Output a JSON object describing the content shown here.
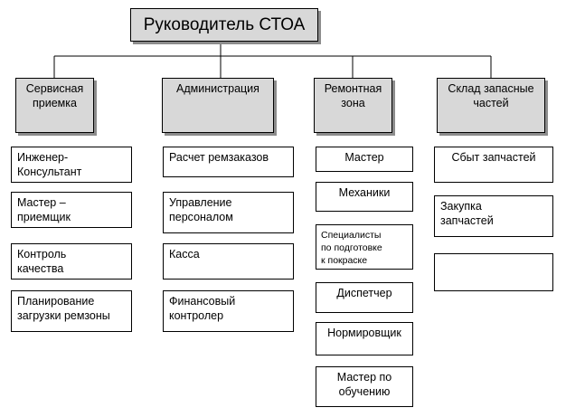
{
  "root": {
    "label": "Руководитель СТОА"
  },
  "columns": [
    {
      "id": "service",
      "label": [
        "Сервисная",
        "приемка"
      ],
      "items": [
        {
          "lines": [
            "Инженер-",
            "Консультант"
          ]
        },
        {
          "lines": [
            "Мастер –",
            "приемщик"
          ]
        },
        {
          "lines": [
            "Контроль",
            "качества"
          ]
        },
        {
          "lines": [
            "Планирование",
            "загрузки ремзоны"
          ]
        }
      ]
    },
    {
      "id": "admin",
      "label": [
        "Администрация"
      ],
      "items": [
        {
          "lines": [
            "Расчет ремзаказов"
          ]
        },
        {
          "lines": [
            "Управление",
            "персоналом"
          ]
        },
        {
          "lines": [
            "Касса"
          ]
        },
        {
          "lines": [
            "Финансовый",
            "контролер"
          ]
        }
      ]
    },
    {
      "id": "repair",
      "label": [
        "Ремонтная",
        "зона"
      ],
      "items": [
        {
          "lines": [
            "Мастер"
          ]
        },
        {
          "lines": [
            "Механики"
          ]
        },
        {
          "lines": [
            "Специалисты",
            "по подготовке",
            "к покраске"
          ]
        },
        {
          "lines": [
            "Диспетчер"
          ]
        },
        {
          "lines": [
            "Нормировщик"
          ]
        },
        {
          "lines": [
            "Мастер по",
            "обучению"
          ]
        }
      ]
    },
    {
      "id": "parts",
      "label": [
        "Склад запасные",
        "частей"
      ],
      "items": [
        {
          "lines": [
            "Сбыт запчастей"
          ]
        },
        {
          "lines": [
            "Закупка",
            "запчастей"
          ]
        },
        {
          "lines": []
        }
      ]
    }
  ]
}
